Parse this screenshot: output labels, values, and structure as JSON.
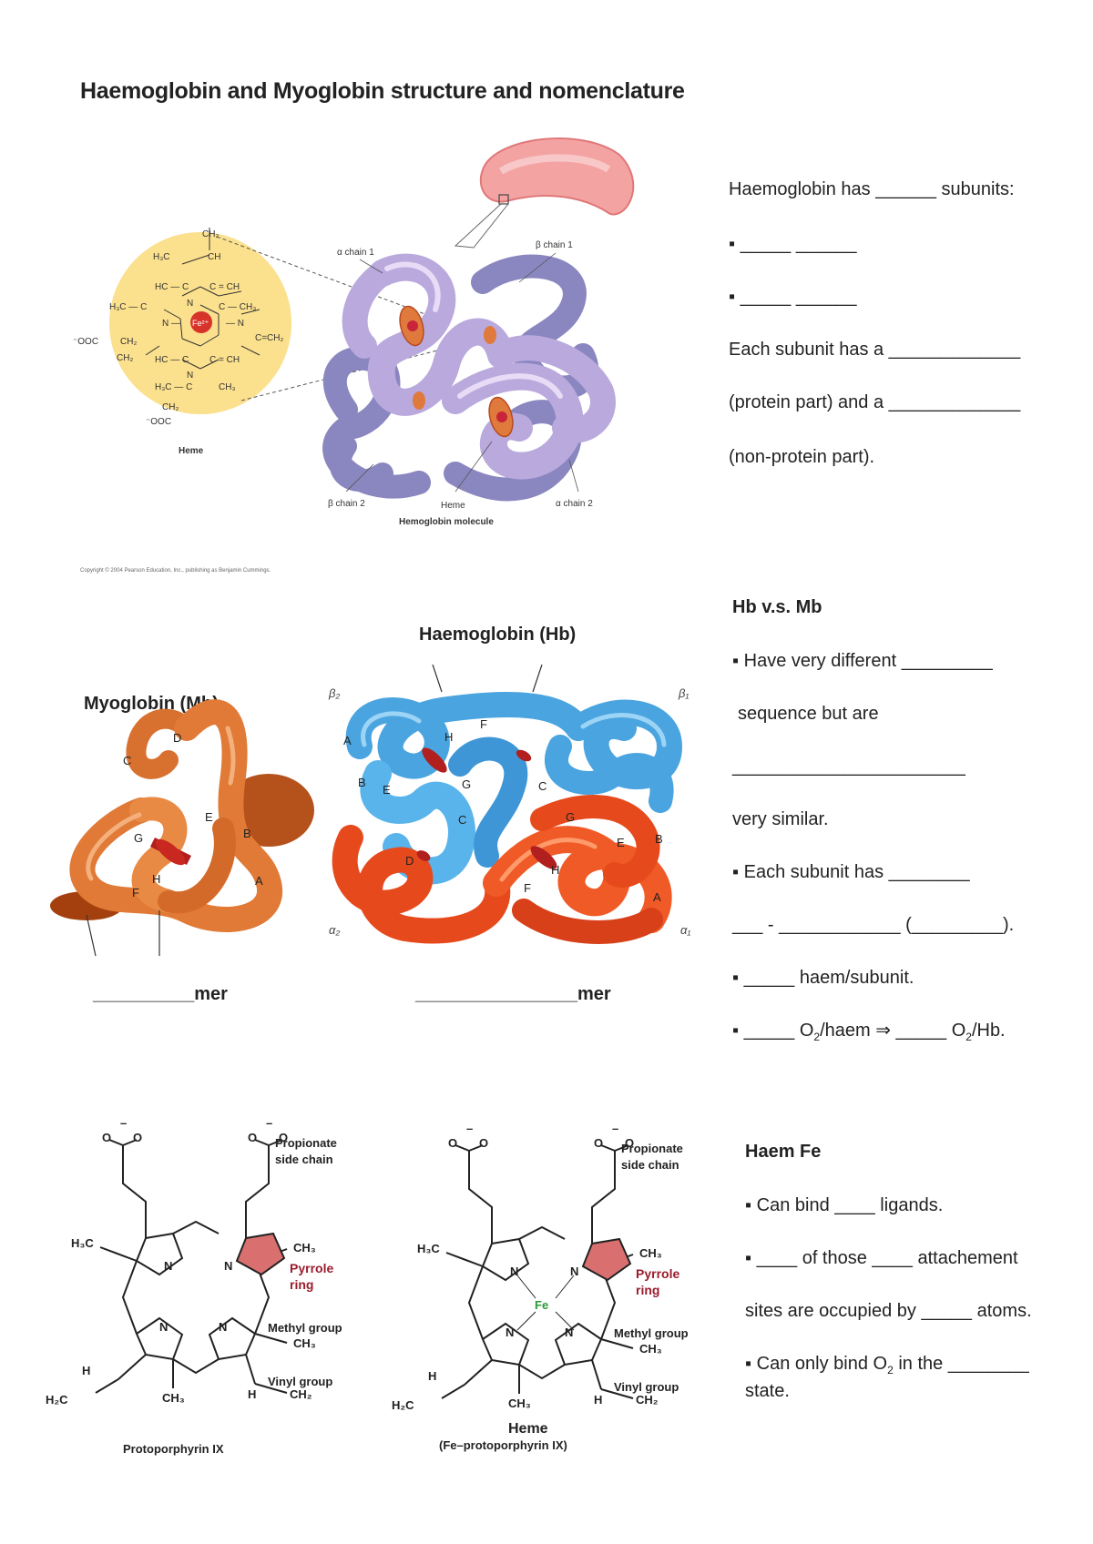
{
  "title": "Haemoglobin and Myoglobin structure and nomenclature",
  "figure1": {
    "heme_label": "Heme",
    "alpha1": "α chain 1",
    "beta1": "β chain 1",
    "beta2": "β chain 2",
    "heme_small": "Heme",
    "alpha2": "α chain 2",
    "molecule_label": "Hemoglobin molecule",
    "copyright": "Copyright © 2004 Pearson Education, Inc., publishing as Benjamin Cummings.",
    "fe": "Fe²⁺"
  },
  "section1": {
    "line1": "Haemoglobin has ______ subunits:",
    "bullet1": "▪  _____ ______",
    "bullet2": "▪  _____ ______",
    "line2": "Each subunit has a _____________",
    "line3": "(protein part) and a _____________",
    "line4": "(non-protein part)."
  },
  "figure2": {
    "hb_title": "Haemoglobin (Hb)",
    "mb_title": "Myoglobin (Mb)",
    "mb_blank": "__________mer",
    "hb_blank": "________________mer",
    "b2": "β₂",
    "b1": "β₁",
    "a2": "α₂",
    "a1": "α₁"
  },
  "section2": {
    "heading": "Hb v.s. Mb",
    "b1": "▪  Have very different _________",
    "b1b": "sequence but are",
    "b1c": "_______________________",
    "b1d": "very similar.",
    "b2": "▪  Each subunit has ________",
    "b2b": "___ - ____________ (_________).",
    "b3": "▪  _____ haem/subunit.",
    "b4_pre": "▪  _____ O",
    "b4_mid": "/haem ⇒ _____ O",
    "b4_post": "/Hb.",
    "sub2": "2"
  },
  "figure3": {
    "left_caption": "Protoporphyrin IX",
    "right_caption1": "Heme",
    "right_caption2": "(Fe–protoporphyrin IX)",
    "propionate": "Propionate",
    "side_chain": "side chain",
    "pyrrole": "Pyrrole",
    "ring": "ring",
    "methyl": "Methyl group",
    "vinyl": "Vinyl group",
    "fe": "Fe"
  },
  "section3": {
    "heading": "Haem Fe",
    "b1": "▪  Can bind ____ ligands.",
    "b2": "▪   ____ of those ____ attachement",
    "b2b": "sites are occupied by _____ atoms.",
    "b3_pre": "▪  Can only bind O",
    "b3_post": " in the ________",
    "b3b": "state.",
    "sub2": "2"
  }
}
